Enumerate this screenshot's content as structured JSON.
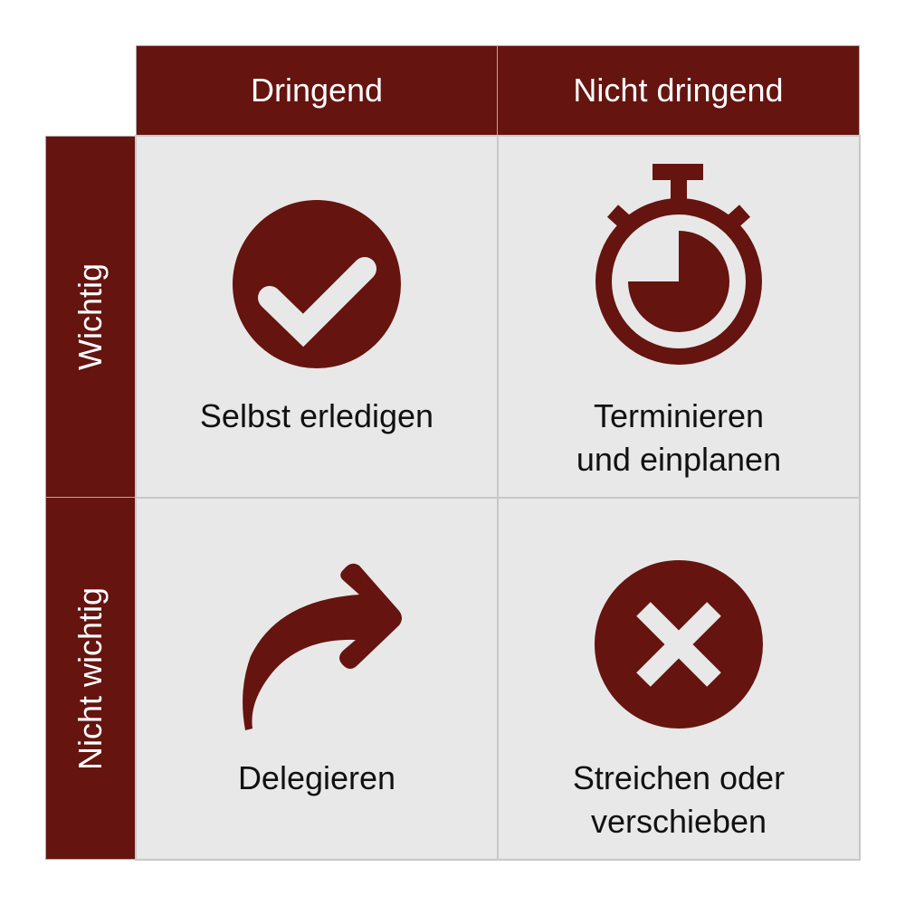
{
  "colors": {
    "accent": "#65140f",
    "cell_bg": "#e8e8e8",
    "border": "#c8c8c8",
    "header_text": "#ffffff",
    "body_text": "#111111"
  },
  "columns": [
    {
      "label": "Dringend"
    },
    {
      "label": "Nicht dringend"
    }
  ],
  "rows": [
    {
      "label": "Wichtig"
    },
    {
      "label": "Nicht wichtig"
    }
  ],
  "quadrants": [
    {
      "icon": "check-circle-icon",
      "line1": "Selbst erledigen",
      "line2": ""
    },
    {
      "icon": "stopwatch-icon",
      "line1": "Terminieren",
      "line2": "und einplanen"
    },
    {
      "icon": "share-arrow-icon",
      "line1": "Delegieren",
      "line2": ""
    },
    {
      "icon": "x-circle-icon",
      "line1": "Streichen oder",
      "line2": "verschieben"
    }
  ]
}
